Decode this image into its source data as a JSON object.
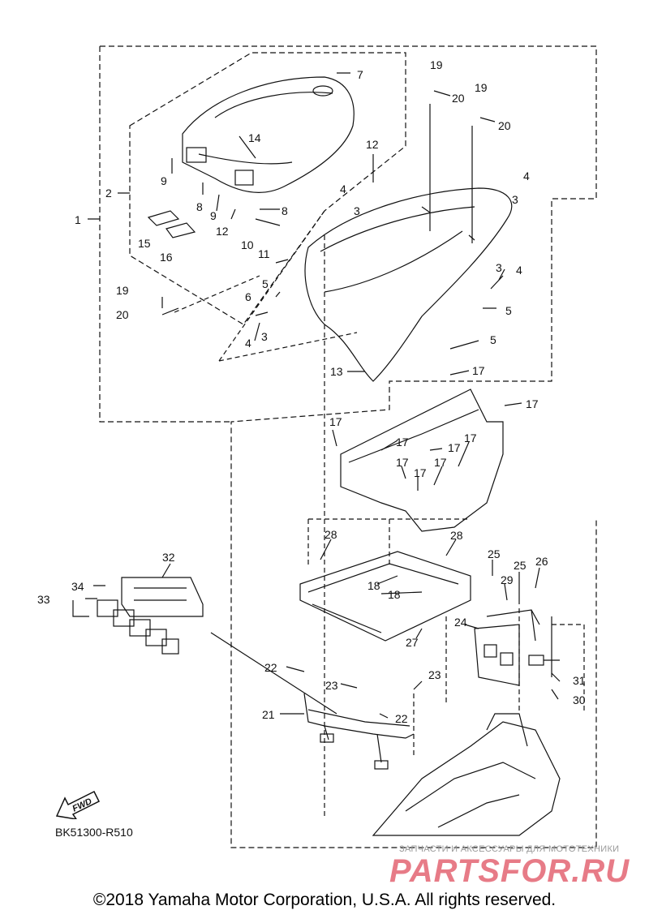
{
  "callouts": {
    "c1": "1",
    "c2": "2",
    "c3a": "3",
    "c3b": "3",
    "c3c": "3",
    "c3d": "3",
    "c4a": "4",
    "c4b": "4",
    "c4c": "4",
    "c4d": "4",
    "c5a": "5",
    "c5b": "5",
    "c5c": "5",
    "c6": "6",
    "c7": "7",
    "c8a": "8",
    "c8b": "8",
    "c9a": "9",
    "c9b": "9",
    "c10": "10",
    "c11": "11",
    "c12a": "12",
    "c12b": "12",
    "c13": "13",
    "c14": "14",
    "c15": "15",
    "c16": "16",
    "c17a": "17",
    "c17b": "17",
    "c17c": "17",
    "c17d": "17",
    "c17e": "17",
    "c17f": "17",
    "c17g": "17",
    "c17h": "17",
    "c17i": "17",
    "c18a": "18",
    "c18b": "18",
    "c19a": "19",
    "c19b": "19",
    "c19c": "19",
    "c20a": "20",
    "c20b": "20",
    "c20c": "20",
    "c21": "21",
    "c22a": "22",
    "c22b": "22",
    "c23a": "23",
    "c23b": "23",
    "c24": "24",
    "c25a": "25",
    "c25b": "25",
    "c26": "26",
    "c27": "27",
    "c28a": "28",
    "c28b": "28",
    "c29": "29",
    "c30": "30",
    "c31": "31",
    "c32": "32",
    "c33": "33",
    "c34": "34"
  },
  "fwd_label": "FWD",
  "diagram_ref": "BK51300-R510",
  "watermark_tagline": "ЗАПЧАСТИ И АКСЕССУАРЫ ДЛЯ МОТОТЕХНИКИ",
  "watermark_logo": "PARTSFOR.RU",
  "copyright": "©2018 Yamaha Motor Corporation, U.S.A. All rights reserved."
}
